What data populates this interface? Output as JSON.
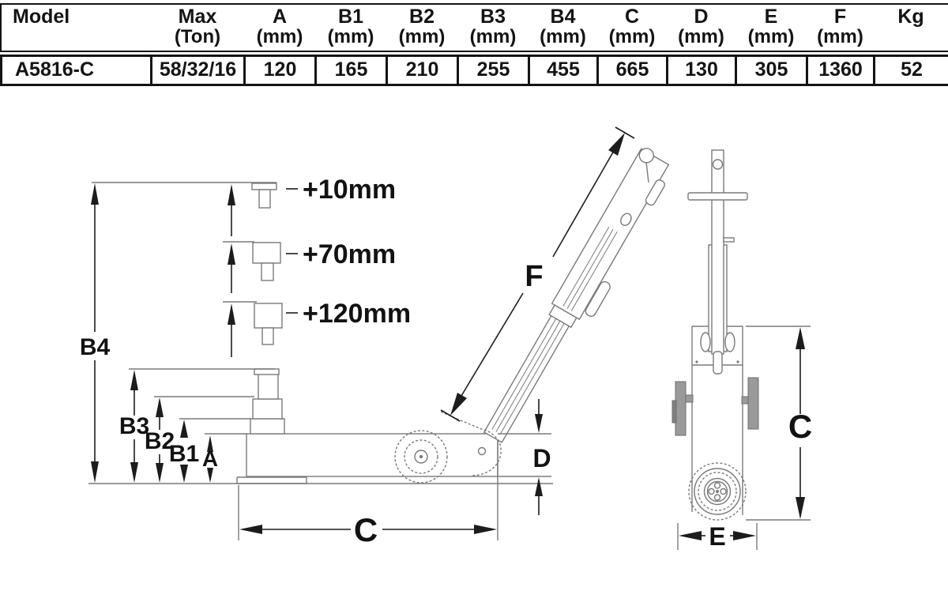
{
  "table": {
    "columns": [
      {
        "label": "Model",
        "sub": ""
      },
      {
        "label": "Max",
        "sub": "(Ton)"
      },
      {
        "label": "A",
        "sub": "(mm)"
      },
      {
        "label": "B1",
        "sub": "(mm)"
      },
      {
        "label": "B2",
        "sub": "(mm)"
      },
      {
        "label": "B3",
        "sub": "(mm)"
      },
      {
        "label": "B4",
        "sub": "(mm)"
      },
      {
        "label": "C",
        "sub": "(mm)"
      },
      {
        "label": "D",
        "sub": "(mm)"
      },
      {
        "label": "E",
        "sub": "(mm)"
      },
      {
        "label": "F",
        "sub": "(mm)"
      },
      {
        "label": "Kg",
        "sub": ""
      }
    ],
    "cells": [
      "A5816-C",
      "58/32/16",
      "120",
      "165",
      "210",
      "255",
      "455",
      "665",
      "130",
      "305",
      "1360",
      "52"
    ]
  },
  "diagram": {
    "extensions": [
      {
        "label": "+10mm"
      },
      {
        "label": "+70mm"
      },
      {
        "label": "+120mm"
      }
    ],
    "dims": {
      "b4": "B4",
      "b3": "B3",
      "b2": "B2",
      "b1": "B1",
      "a": "A",
      "c_side": "C",
      "d": "D",
      "f": "F",
      "c_rear": "C",
      "e": "E"
    },
    "colors": {
      "outline": "#7a7a7a",
      "dimension": "#1c1c1c",
      "grip": "#9a9a9a"
    }
  }
}
